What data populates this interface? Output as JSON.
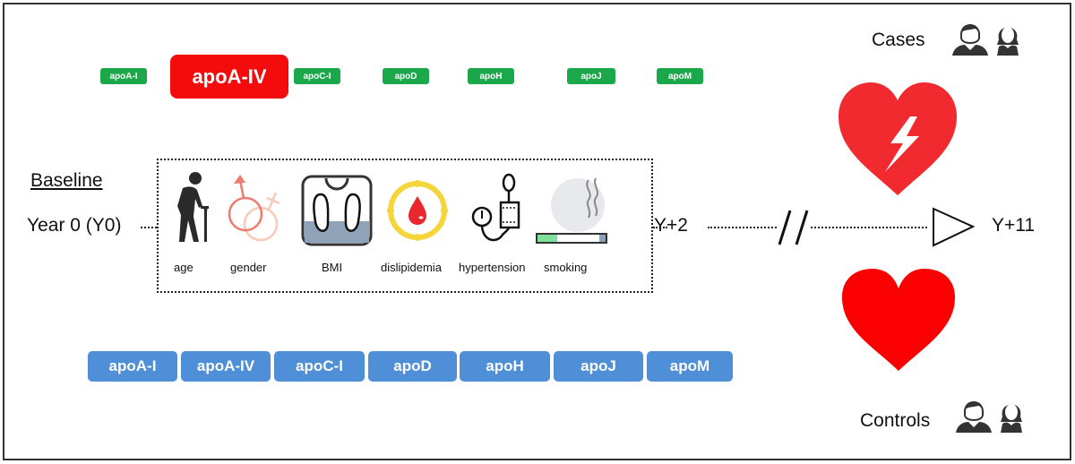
{
  "top_row": {
    "proteins": [
      "apoA-I",
      "apoA-IV",
      "apoC-I",
      "apoD",
      "apoH",
      "apoJ",
      "apoM"
    ],
    "highlighted": "apoA-IV",
    "colors": {
      "default": "#1aa84a",
      "highlight": "#f40c0c"
    }
  },
  "bottom_row": {
    "proteins": [
      "apoA-I",
      "apoA-IV",
      "apoC-I",
      "apoD",
      "apoH",
      "apoJ",
      "apoM"
    ],
    "color": "#4e8fd8"
  },
  "timeline": {
    "baseline_label": "Baseline",
    "start_label": "Year 0 (Y0)",
    "mid_label": "Y+2",
    "end_label": "Y+11"
  },
  "baseline_factors": [
    {
      "label": "age",
      "icon": "elderly-person-icon"
    },
    {
      "label": "gender",
      "icon": "gender-symbols-icon"
    },
    {
      "label": "BMI",
      "icon": "weight-scale-icon"
    },
    {
      "label": "dislipidemia",
      "icon": "blood-drop-target-icon"
    },
    {
      "label": "hypertension",
      "icon": "blood-pressure-monitor-icon"
    },
    {
      "label": "smoking",
      "icon": "cigarette-icon"
    }
  ],
  "groups": {
    "cases_label": "Cases",
    "controls_label": "Controls",
    "heart_color": "#f12a30",
    "control_heart_color": "#fb0000"
  }
}
